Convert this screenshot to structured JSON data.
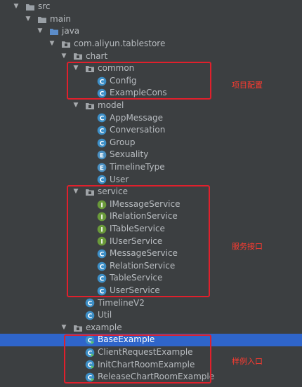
{
  "tree": [
    {
      "label": "src",
      "type": "folder",
      "expanded": true
    },
    {
      "label": "main",
      "type": "folder",
      "expanded": true
    },
    {
      "label": "java",
      "type": "folder-blue",
      "expanded": true
    },
    {
      "label": "com.aliyun.tablestore",
      "type": "package",
      "expanded": true
    },
    {
      "label": "chart",
      "type": "package",
      "expanded": true
    },
    {
      "label": "common",
      "type": "package",
      "expanded": true
    },
    {
      "label": "Config",
      "type": "class"
    },
    {
      "label": "ExampleCons",
      "type": "class"
    },
    {
      "label": "model",
      "type": "package",
      "expanded": true
    },
    {
      "label": "AppMessage",
      "type": "class"
    },
    {
      "label": "Conversation",
      "type": "class"
    },
    {
      "label": "Group",
      "type": "class"
    },
    {
      "label": "Sexuality",
      "type": "enum"
    },
    {
      "label": "TimelineType",
      "type": "enum"
    },
    {
      "label": "User",
      "type": "class"
    },
    {
      "label": "service",
      "type": "package",
      "expanded": true
    },
    {
      "label": "IMessageService",
      "type": "interface"
    },
    {
      "label": "IRelationService",
      "type": "interface"
    },
    {
      "label": "ITableService",
      "type": "interface"
    },
    {
      "label": "IUserService",
      "type": "interface"
    },
    {
      "label": "MessageService",
      "type": "class"
    },
    {
      "label": "RelationService",
      "type": "class"
    },
    {
      "label": "TableService",
      "type": "class"
    },
    {
      "label": "UserService",
      "type": "class"
    },
    {
      "label": "TimelineV2",
      "type": "class"
    },
    {
      "label": "Util",
      "type": "class"
    },
    {
      "label": "example",
      "type": "package",
      "expanded": true
    },
    {
      "label": "BaseExample",
      "type": "class-main",
      "selected": true
    },
    {
      "label": "ClientRequestExample",
      "type": "class-main"
    },
    {
      "label": "InitChartRoomExample",
      "type": "class-main"
    },
    {
      "label": "ReleaseChartRoomExample",
      "type": "class-main"
    }
  ],
  "annotations": {
    "config": "项目配置",
    "service": "服务接口",
    "example": "样例入口"
  },
  "colors": {
    "background": "#3c3f41",
    "selection": "#2f65ca",
    "highlight_box": "#e0202c",
    "annotation_text": "#ff3b30",
    "class_icon": "#3d8fc7",
    "interface_icon": "#6a9a3a",
    "enum_icon": "#4a90c2"
  }
}
